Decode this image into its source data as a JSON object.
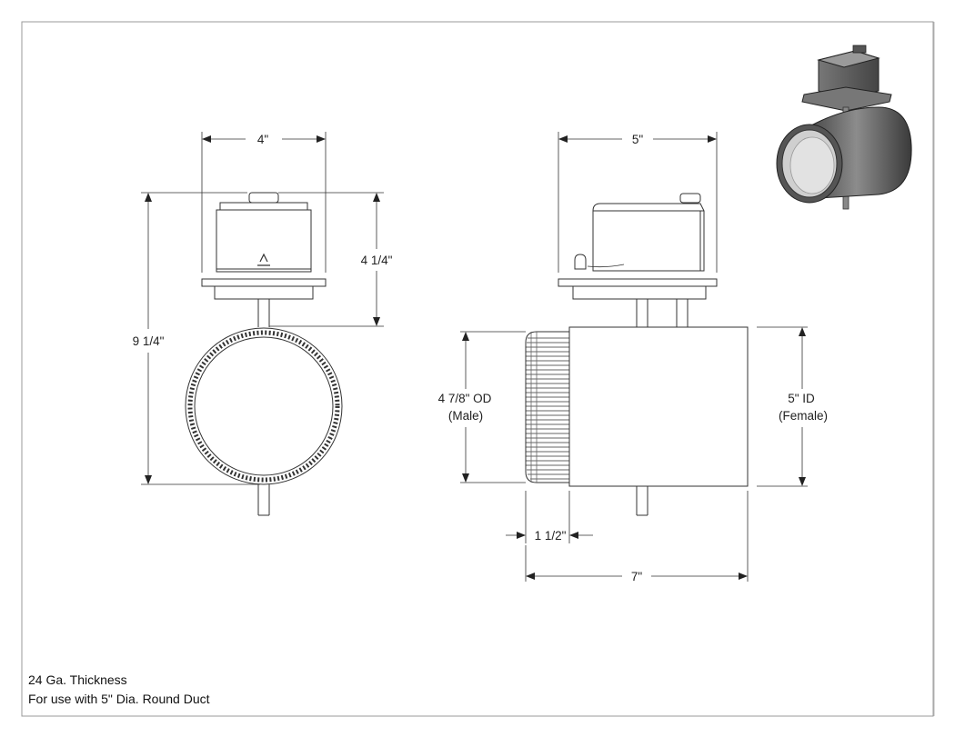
{
  "dimensions": {
    "front_width": "4\"",
    "front_actuator_height": "4 1/4\"",
    "front_overall_height": "9 1/4\"",
    "side_width": "5\"",
    "male_od": "4 7/8\" OD",
    "male_label": "(Male)",
    "female_id": "5\" ID",
    "female_label": "(Female)",
    "collar_length": "1 1/2\"",
    "overall_length": "7\""
  },
  "notes": {
    "thickness": "24 Ga. Thickness",
    "usage": "For use with 5\" Dia. Round Duct"
  },
  "colors": {
    "line": "#333333",
    "frame": "#999999",
    "iso_body": "#666666"
  }
}
